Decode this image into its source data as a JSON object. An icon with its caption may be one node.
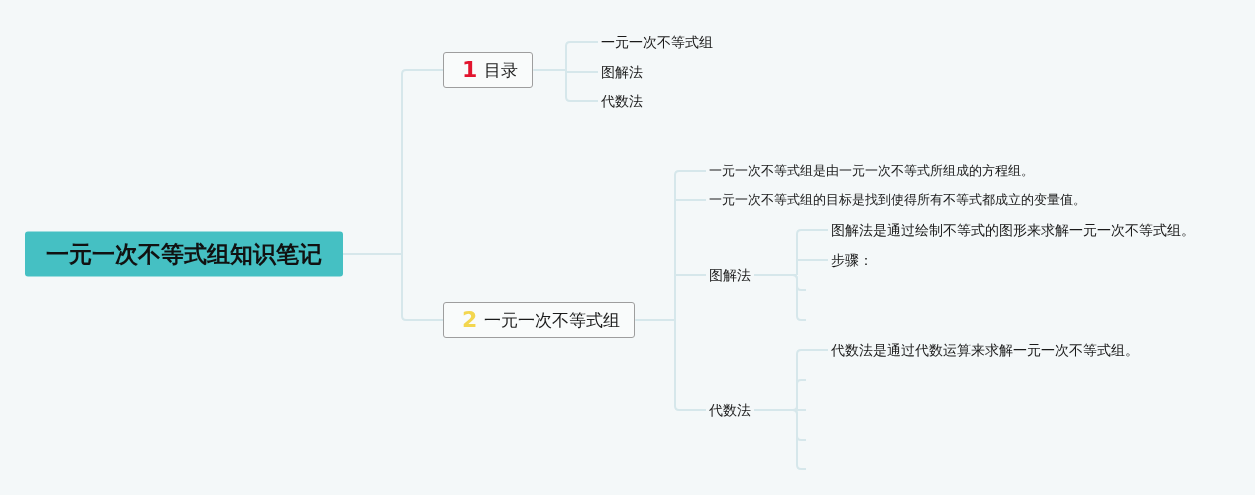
{
  "diagram": {
    "nodes": [
      {
        "text": [
          "一元一次不等式组知识笔记"
        ]
      },
      {
        "text": [
          "1",
          "目录"
        ]
      },
      {
        "text": [
          "一元一次不等式组"
        ]
      },
      {
        "text": [
          "图解法"
        ]
      },
      {
        "text": [
          "代数法"
        ]
      },
      {
        "text": [
          "2",
          "一元一次不等式组"
        ]
      },
      {
        "text": [
          "一元一次不等式组是由一元一次不等式所组成的方程组。"
        ]
      },
      {
        "text": [
          "一元一次不等式组的目标是找到使得所有不等式都成立的变量值。"
        ]
      },
      {
        "text": [
          "图解法"
        ]
      },
      {
        "text": [
          "图解法是通过绘制不等式的图形来求解一元一次不等式组。"
        ]
      },
      {
        "text": [
          "步骤："
        ]
      },
      {
        "text": [
          "代数法"
        ]
      },
      {
        "text": [
          "代数法是通过代数运算来求解一元一次不等式组。"
        ]
      }
    ],
    "edges": [
      {
        "from": 0,
        "to": 1,
        "arrow": "none"
      },
      {
        "from": 0,
        "to": 5,
        "arrow": "none"
      },
      {
        "from": 1,
        "to": 2,
        "arrow": "none"
      },
      {
        "from": 1,
        "to": 3,
        "arrow": "none"
      },
      {
        "from": 1,
        "to": 4,
        "arrow": "none"
      },
      {
        "from": 5,
        "to": 6,
        "arrow": "none"
      },
      {
        "from": 5,
        "to": 7,
        "arrow": "none"
      },
      {
        "from": 5,
        "to": 8,
        "arrow": "none"
      },
      {
        "from": 5,
        "to": 11,
        "arrow": "none"
      },
      {
        "from": 8,
        "to": 9,
        "arrow": "none"
      },
      {
        "from": 8,
        "to": 10,
        "arrow": "none"
      },
      {
        "from": 8,
        "to": null,
        "arrow": "none"
      },
      {
        "from": 8,
        "to": null,
        "arrow": "none"
      },
      {
        "from": 11,
        "to": 12,
        "arrow": "none"
      },
      {
        "from": 11,
        "to": null,
        "arrow": "none"
      },
      {
        "from": 11,
        "to": null,
        "arrow": "none"
      },
      {
        "from": 11,
        "to": null,
        "arrow": "none"
      },
      {
        "from": 11,
        "to": null,
        "arrow": "none"
      }
    ]
  }
}
